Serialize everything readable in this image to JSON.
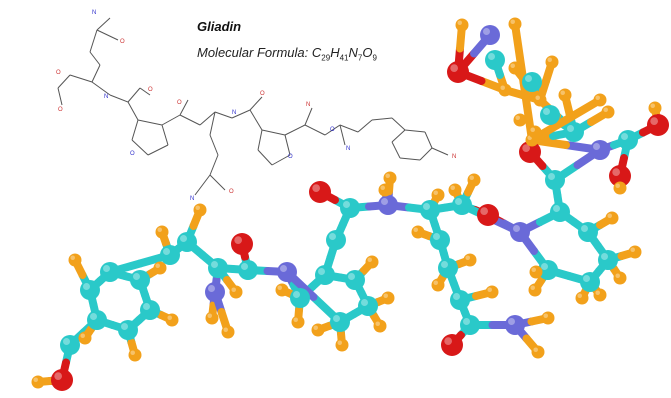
{
  "header": {
    "title": "Gliadin",
    "formula_label": "Molecular Formula:",
    "formula_parts": [
      {
        "text": "C",
        "sub": "29"
      },
      {
        "text": "H",
        "sub": "41"
      },
      {
        "text": "N",
        "sub": "7"
      },
      {
        "text": "O",
        "sub": "9"
      }
    ]
  },
  "skeletal": {
    "atom_labels": [
      "N",
      "O",
      "O",
      "O",
      "N",
      "O",
      "O",
      "N",
      "O",
      "N",
      "O",
      "N",
      "N",
      "O",
      "N",
      "O",
      "O"
    ]
  },
  "colors": {
    "carbon": "#2ac9c9",
    "hydrogen": "#f2a11b",
    "oxygen": "#d81818",
    "nitrogen": "#6a6ad8",
    "skeletal_line": "#555555",
    "skeletal_o": "#cc3333",
    "skeletal_n": "#3333cc"
  }
}
